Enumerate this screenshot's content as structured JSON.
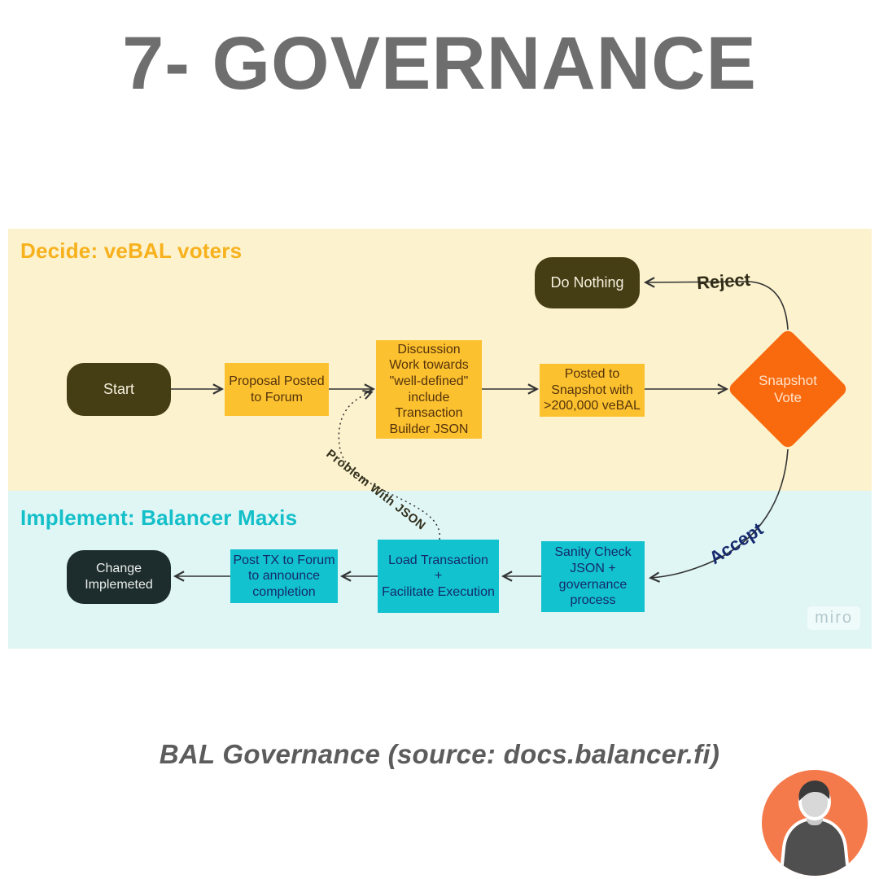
{
  "title": "7- GOVERNANCE",
  "caption": "BAL Governance (source: docs.balancer.fi)",
  "watermark": "miro",
  "sections": {
    "decide": {
      "heading": "Decide: veBAL voters",
      "bg": "#FCF2CE",
      "heading_color": "#F7B11C"
    },
    "implement": {
      "heading": "Implement: Balancer Maxis",
      "bg": "#DFF6F5",
      "heading_color": "#13BFC9"
    }
  },
  "nodes": {
    "start": {
      "label": "Start",
      "shape": "rounded",
      "color": "#453D13"
    },
    "proposal": {
      "label": [
        "Proposal Posted",
        "to Forum"
      ],
      "shape": "rect",
      "color": "#FCC12F"
    },
    "discussion": {
      "label": [
        "Discussion",
        "Work towards",
        "\"well-defined\"",
        "include",
        "Transaction",
        "Builder JSON"
      ],
      "shape": "rect",
      "color": "#FCC12F"
    },
    "snapshot_post": {
      "label": [
        "Posted to",
        "Snapshot with",
        ">200,000 veBAL"
      ],
      "shape": "rect",
      "color": "#FCC12F"
    },
    "snapshot_vote": {
      "label": [
        "Snapshot",
        "Vote"
      ],
      "shape": "diamond",
      "color": "#F9690E"
    },
    "do_nothing": {
      "label": "Do Nothing",
      "shape": "rounded",
      "color": "#453D13"
    },
    "sanity_check": {
      "label": [
        "Sanity Check",
        "JSON +",
        "governance",
        "process"
      ],
      "shape": "rect",
      "color": "#12C2CF"
    },
    "load_transaction": {
      "label": [
        "Load Transaction",
        "+",
        "Facilitate Execution"
      ],
      "shape": "rect",
      "color": "#12C2CF"
    },
    "post_tx": {
      "label": [
        "Post TX to Forum",
        "to announce",
        "completion"
      ],
      "shape": "rect",
      "color": "#12C2CF"
    },
    "change_implemented": {
      "label": [
        "Change",
        "Implemeted"
      ],
      "shape": "rounded",
      "color": "#1D2C2C"
    }
  },
  "edge_labels": {
    "reject": "Reject",
    "accept": "Accept",
    "problem": "Problem With JSON"
  },
  "colors": {
    "title": "#6E6E6E",
    "caption": "#5C5C5C",
    "arrow": "#333333",
    "avatar_bg": "#F4794B"
  }
}
